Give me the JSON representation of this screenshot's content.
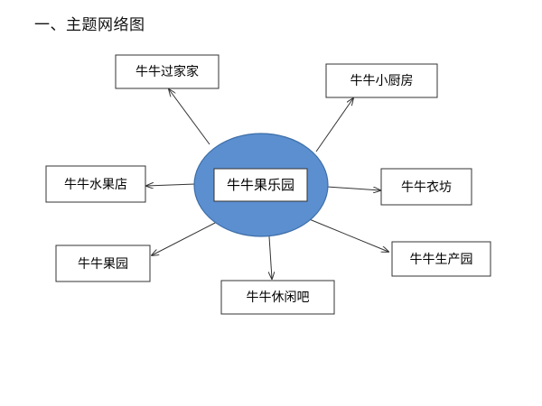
{
  "section_title": "一、主题网络图",
  "center": {
    "label": "牛牛果乐园",
    "fill": "#5b8fd0",
    "stroke": "#3d6ea8"
  },
  "branches": [
    {
      "id": "guojiajia",
      "label": "牛牛过家家"
    },
    {
      "id": "xiaochufang",
      "label": "牛牛小厨房"
    },
    {
      "id": "shuiguodian",
      "label": "牛牛水果店"
    },
    {
      "id": "yifang",
      "label": "牛牛衣坊"
    },
    {
      "id": "guoyuan",
      "label": "牛牛果园"
    },
    {
      "id": "shengchanyuan",
      "label": "牛牛生产园"
    },
    {
      "id": "xiuxianba",
      "label": "牛牛休闲吧"
    }
  ]
}
